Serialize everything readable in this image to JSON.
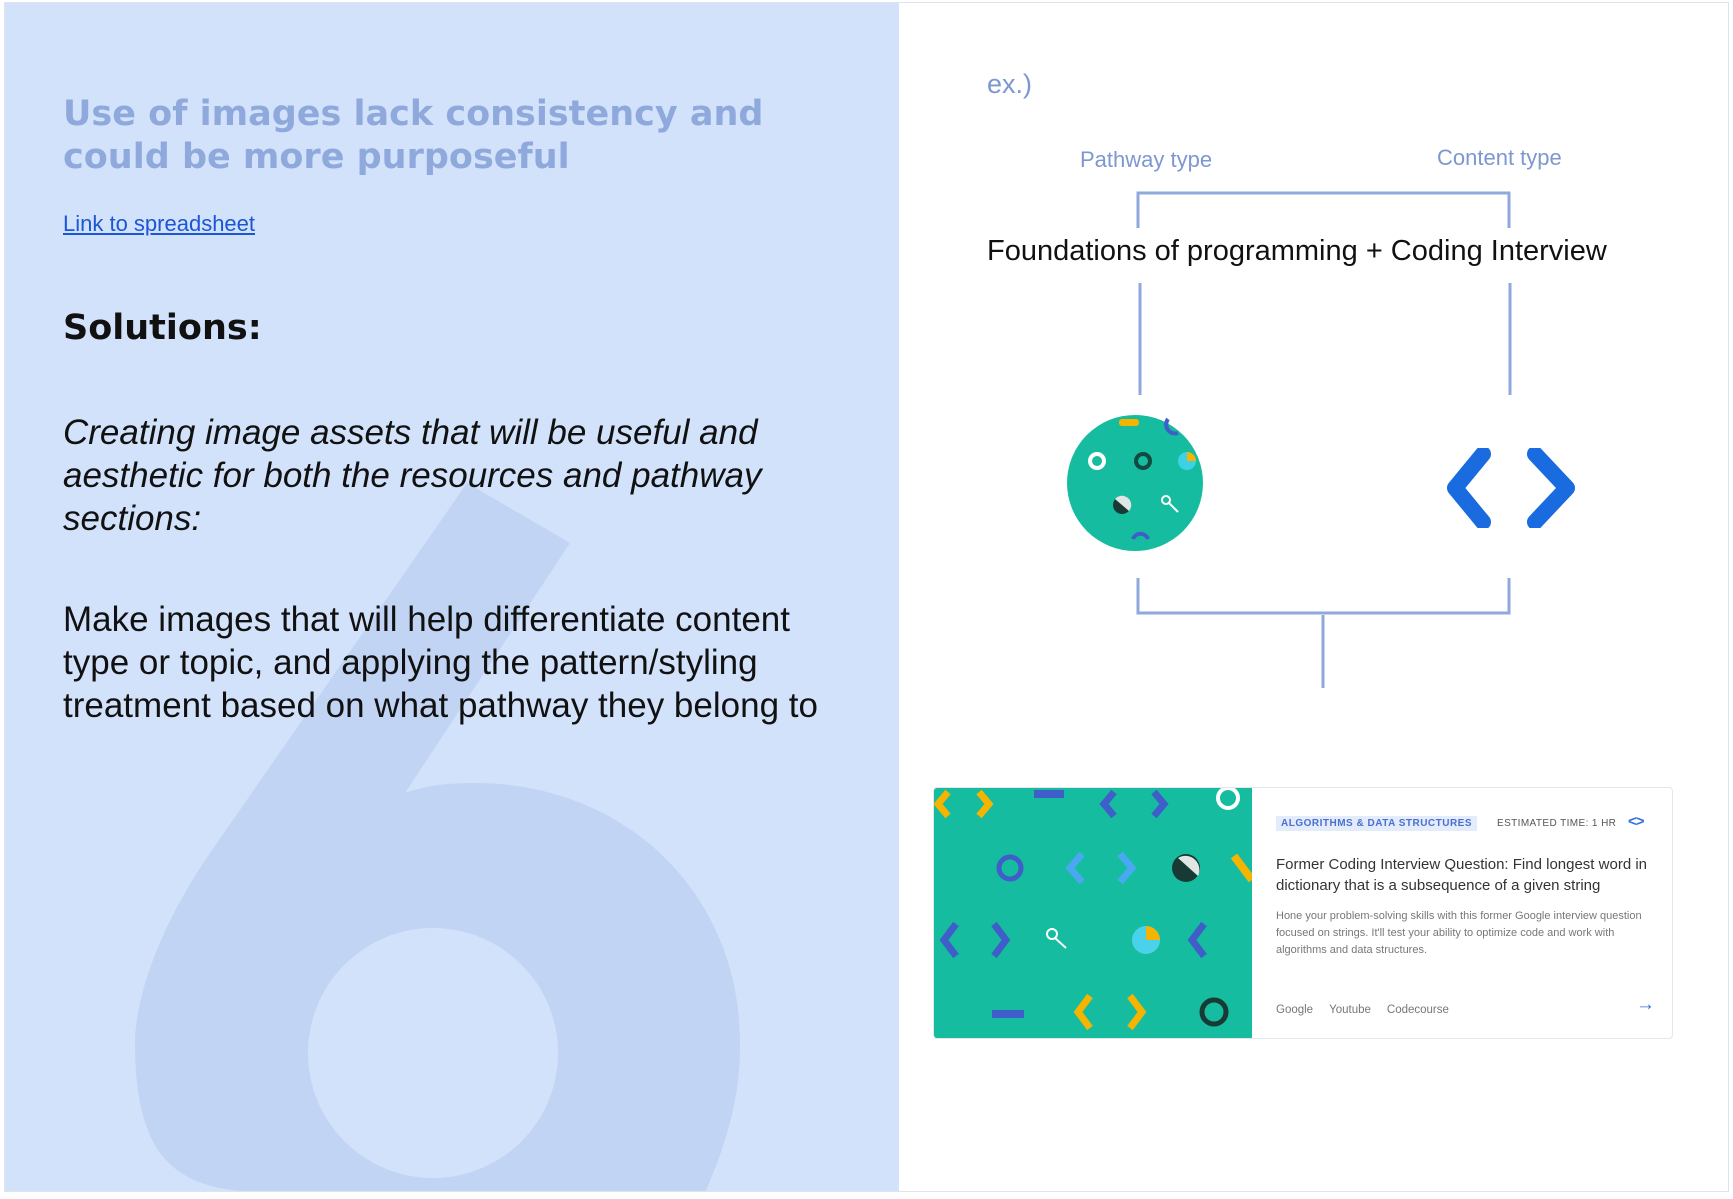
{
  "left_panel": {
    "title": "Use of images lack consistency and could be more purposeful",
    "link_label": "Link to spreadsheet",
    "solutions_heading": "Solutions:",
    "solution_italic": "Creating image assets that will be useful and aesthetic for both the resources and pathway sections:",
    "solution_plain": "Make images that will help differentiate content type or topic, and applying the pattern/styling treatment based on what pathway they belong to"
  },
  "diagram": {
    "ex_label": "ex.)",
    "pathway_label": "Pathway type",
    "content_label": "Content type",
    "formula": "Foundations of programming + Coding Interview",
    "pathway_icon": "pattern-circle-icon",
    "content_icon": "code-brackets-icon"
  },
  "card": {
    "tag": "ALGORITHMS & DATA STRUCTURES",
    "estimated_time": "ESTIMATED TIME: 1 HR",
    "title": "Former Coding Interview Question: Find longest word in dictionary that is a subsequence of a given string",
    "description": "Hone your problem-solving skills with this former Google interview question focused on strings. It'll test your ability to optimize code and work with algorithms and data structures.",
    "sources": [
      "Google",
      "Youtube",
      "Codecourse"
    ],
    "code_icon_text": "<>",
    "arrow_text": "→"
  },
  "colors": {
    "panel_bg": "#d3e2fb",
    "teal": "#16bca0",
    "accent_blue": "#2e6fe0",
    "diagram_line": "#8fa9dc"
  }
}
